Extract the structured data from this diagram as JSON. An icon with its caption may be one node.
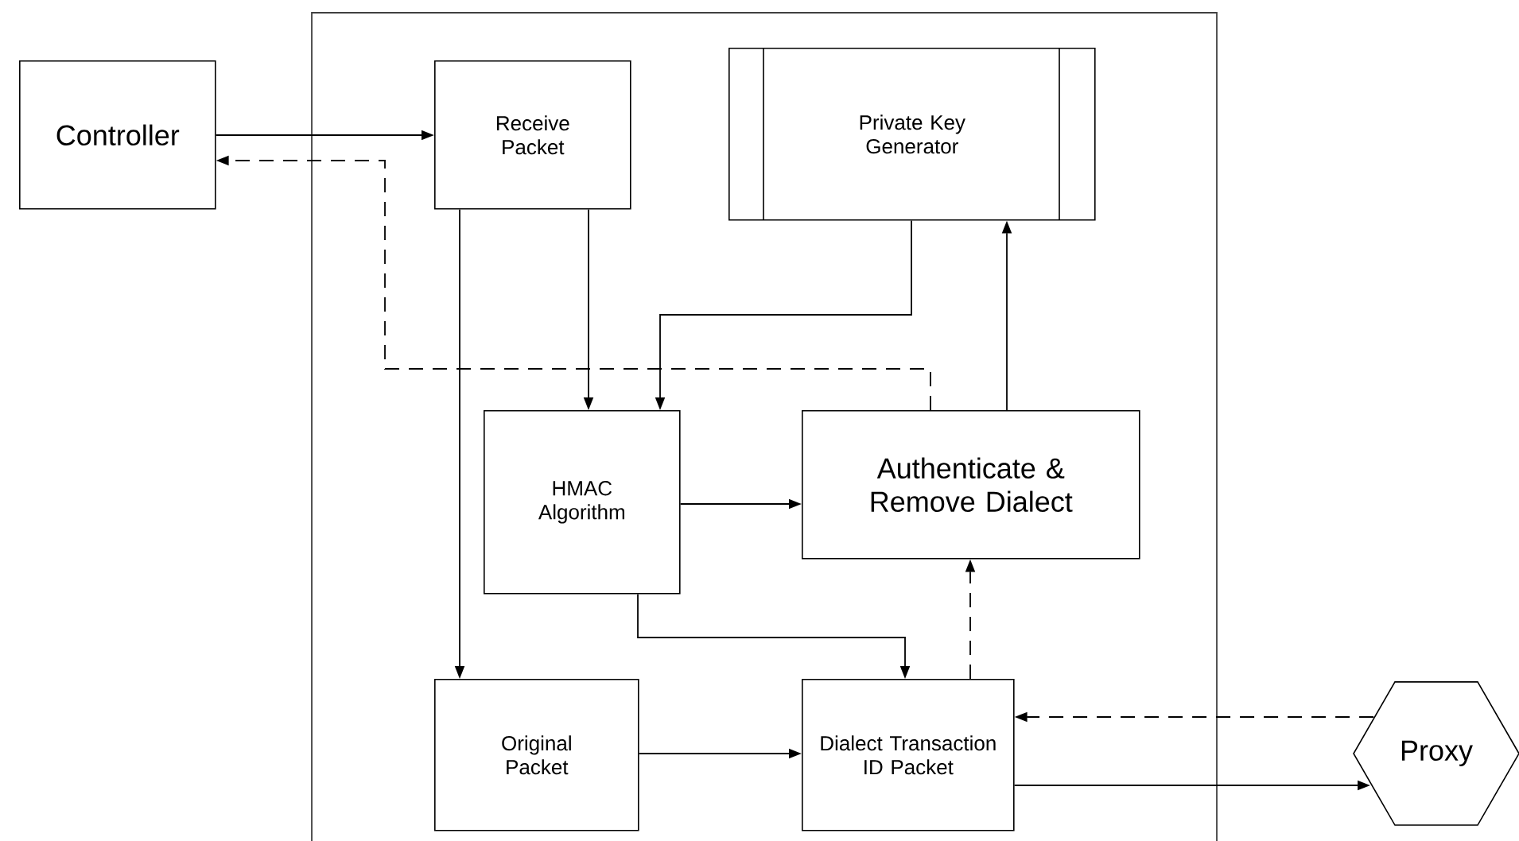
{
  "diagram": {
    "nodes": [
      {
        "text": [],
        "shape": "box"
      },
      {
        "text": [
          "Controller"
        ]
      },
      {
        "text": [
          "Receive Packet"
        ],
        "in": 0
      },
      {
        "text": [
          "Private Key Generator"
        ],
        "in": 0
      },
      {
        "text": [
          "HMAC Algorithm"
        ],
        "in": 0
      },
      {
        "text": [
          "Authenticate & Remove Dialect"
        ],
        "in": 0
      },
      {
        "text": [
          "Original Packet"
        ],
        "in": 0
      },
      {
        "text": [
          "Dialect Transaction ID Packet"
        ],
        "in": 0
      },
      {
        "text": [
          "Proxy"
        ]
      }
    ],
    "edges": [
      {
        "from": 1,
        "to": 2,
        "arrow": "to"
      },
      {
        "from": 5,
        "to": 1,
        "arrow": "to",
        "style": "dashed"
      },
      {
        "from": 2,
        "to": 4,
        "arrow": "to"
      },
      {
        "from": 2,
        "to": 6,
        "arrow": "to"
      },
      {
        "from": 3,
        "to": 4,
        "arrow": "to"
      },
      {
        "from": 5,
        "to": 3,
        "arrow": "to"
      },
      {
        "from": 4,
        "to": 5,
        "arrow": "to"
      },
      {
        "from": 4,
        "to": 7,
        "arrow": "to"
      },
      {
        "from": 6,
        "to": 7,
        "arrow": "to"
      },
      {
        "from": 7,
        "to": 5,
        "arrow": "to",
        "style": "dashed"
      },
      {
        "from": 8,
        "to": 7,
        "arrow": "to",
        "style": "dashed"
      },
      {
        "from": 7,
        "to": 8,
        "arrow": "to"
      }
    ]
  }
}
